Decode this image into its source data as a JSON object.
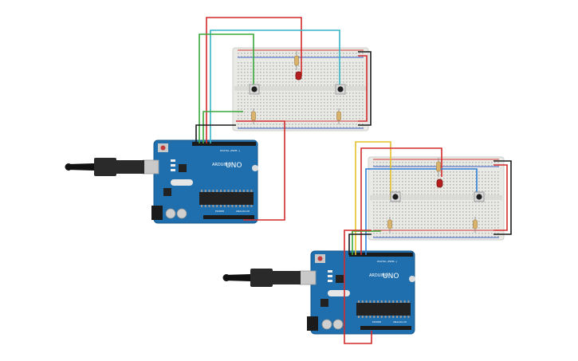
{
  "board_labels": {
    "uno": "UNO",
    "digital": "DIGITAL (PWM~)",
    "power": "POWER",
    "analog": "ANALOG IN",
    "brand": "ARDUINO"
  },
  "wire_colors": {
    "red": "#d42a2a",
    "green": "#3aa73a",
    "cyan": "#33b6c6",
    "black": "#1a1a1a",
    "yellow": "#e3c02c",
    "blue": "#2f7fd6"
  },
  "component_colors": {
    "board": "#1f6fae",
    "breadboard": "#e9e9e6",
    "led": "#b51e1e",
    "resistor": "#d9b36b"
  },
  "icons": [
    "usb-cable-icon",
    "led-icon",
    "resistor-icon",
    "pushbutton-icon"
  ]
}
